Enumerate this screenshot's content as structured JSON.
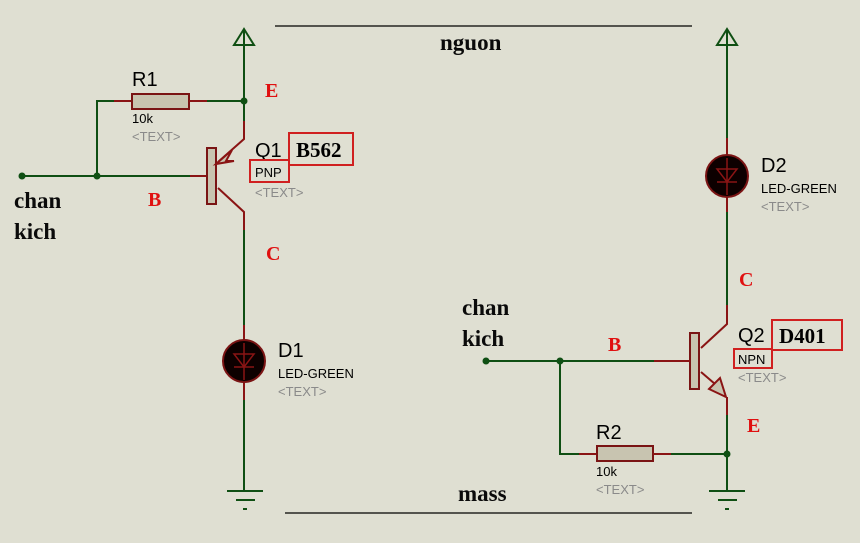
{
  "net_labels": {
    "power": "nguon",
    "ground": "mass",
    "input_left": [
      "chan",
      "kich"
    ],
    "input_right": [
      "chan",
      "kich"
    ]
  },
  "pin_labels": {
    "q1_emitter": "E",
    "q1_base": "B",
    "q1_collector": "C",
    "q2_collector": "C",
    "q2_base": "B",
    "q2_emitter": "E"
  },
  "components": {
    "r1": {
      "ref": "R1",
      "value": "10k",
      "text": "<TEXT>"
    },
    "r2": {
      "ref": "R2",
      "value": "10k",
      "text": "<TEXT>"
    },
    "q1": {
      "ref": "Q1",
      "part": "B562",
      "type": "PNP",
      "text": "<TEXT>"
    },
    "q2": {
      "ref": "Q2",
      "part": "D401",
      "type": "NPN",
      "text": "<TEXT>"
    },
    "d1": {
      "ref": "D1",
      "value": "LED-GREEN",
      "text": "<TEXT>"
    },
    "d2": {
      "ref": "D2",
      "value": "LED-GREEN",
      "text": "<TEXT>"
    }
  },
  "colors": {
    "background": "#dfdfd2",
    "wire": "#0f4f13",
    "pin": "#8a1414",
    "label_red": "#e01010",
    "led_fill": "#0d0000"
  }
}
